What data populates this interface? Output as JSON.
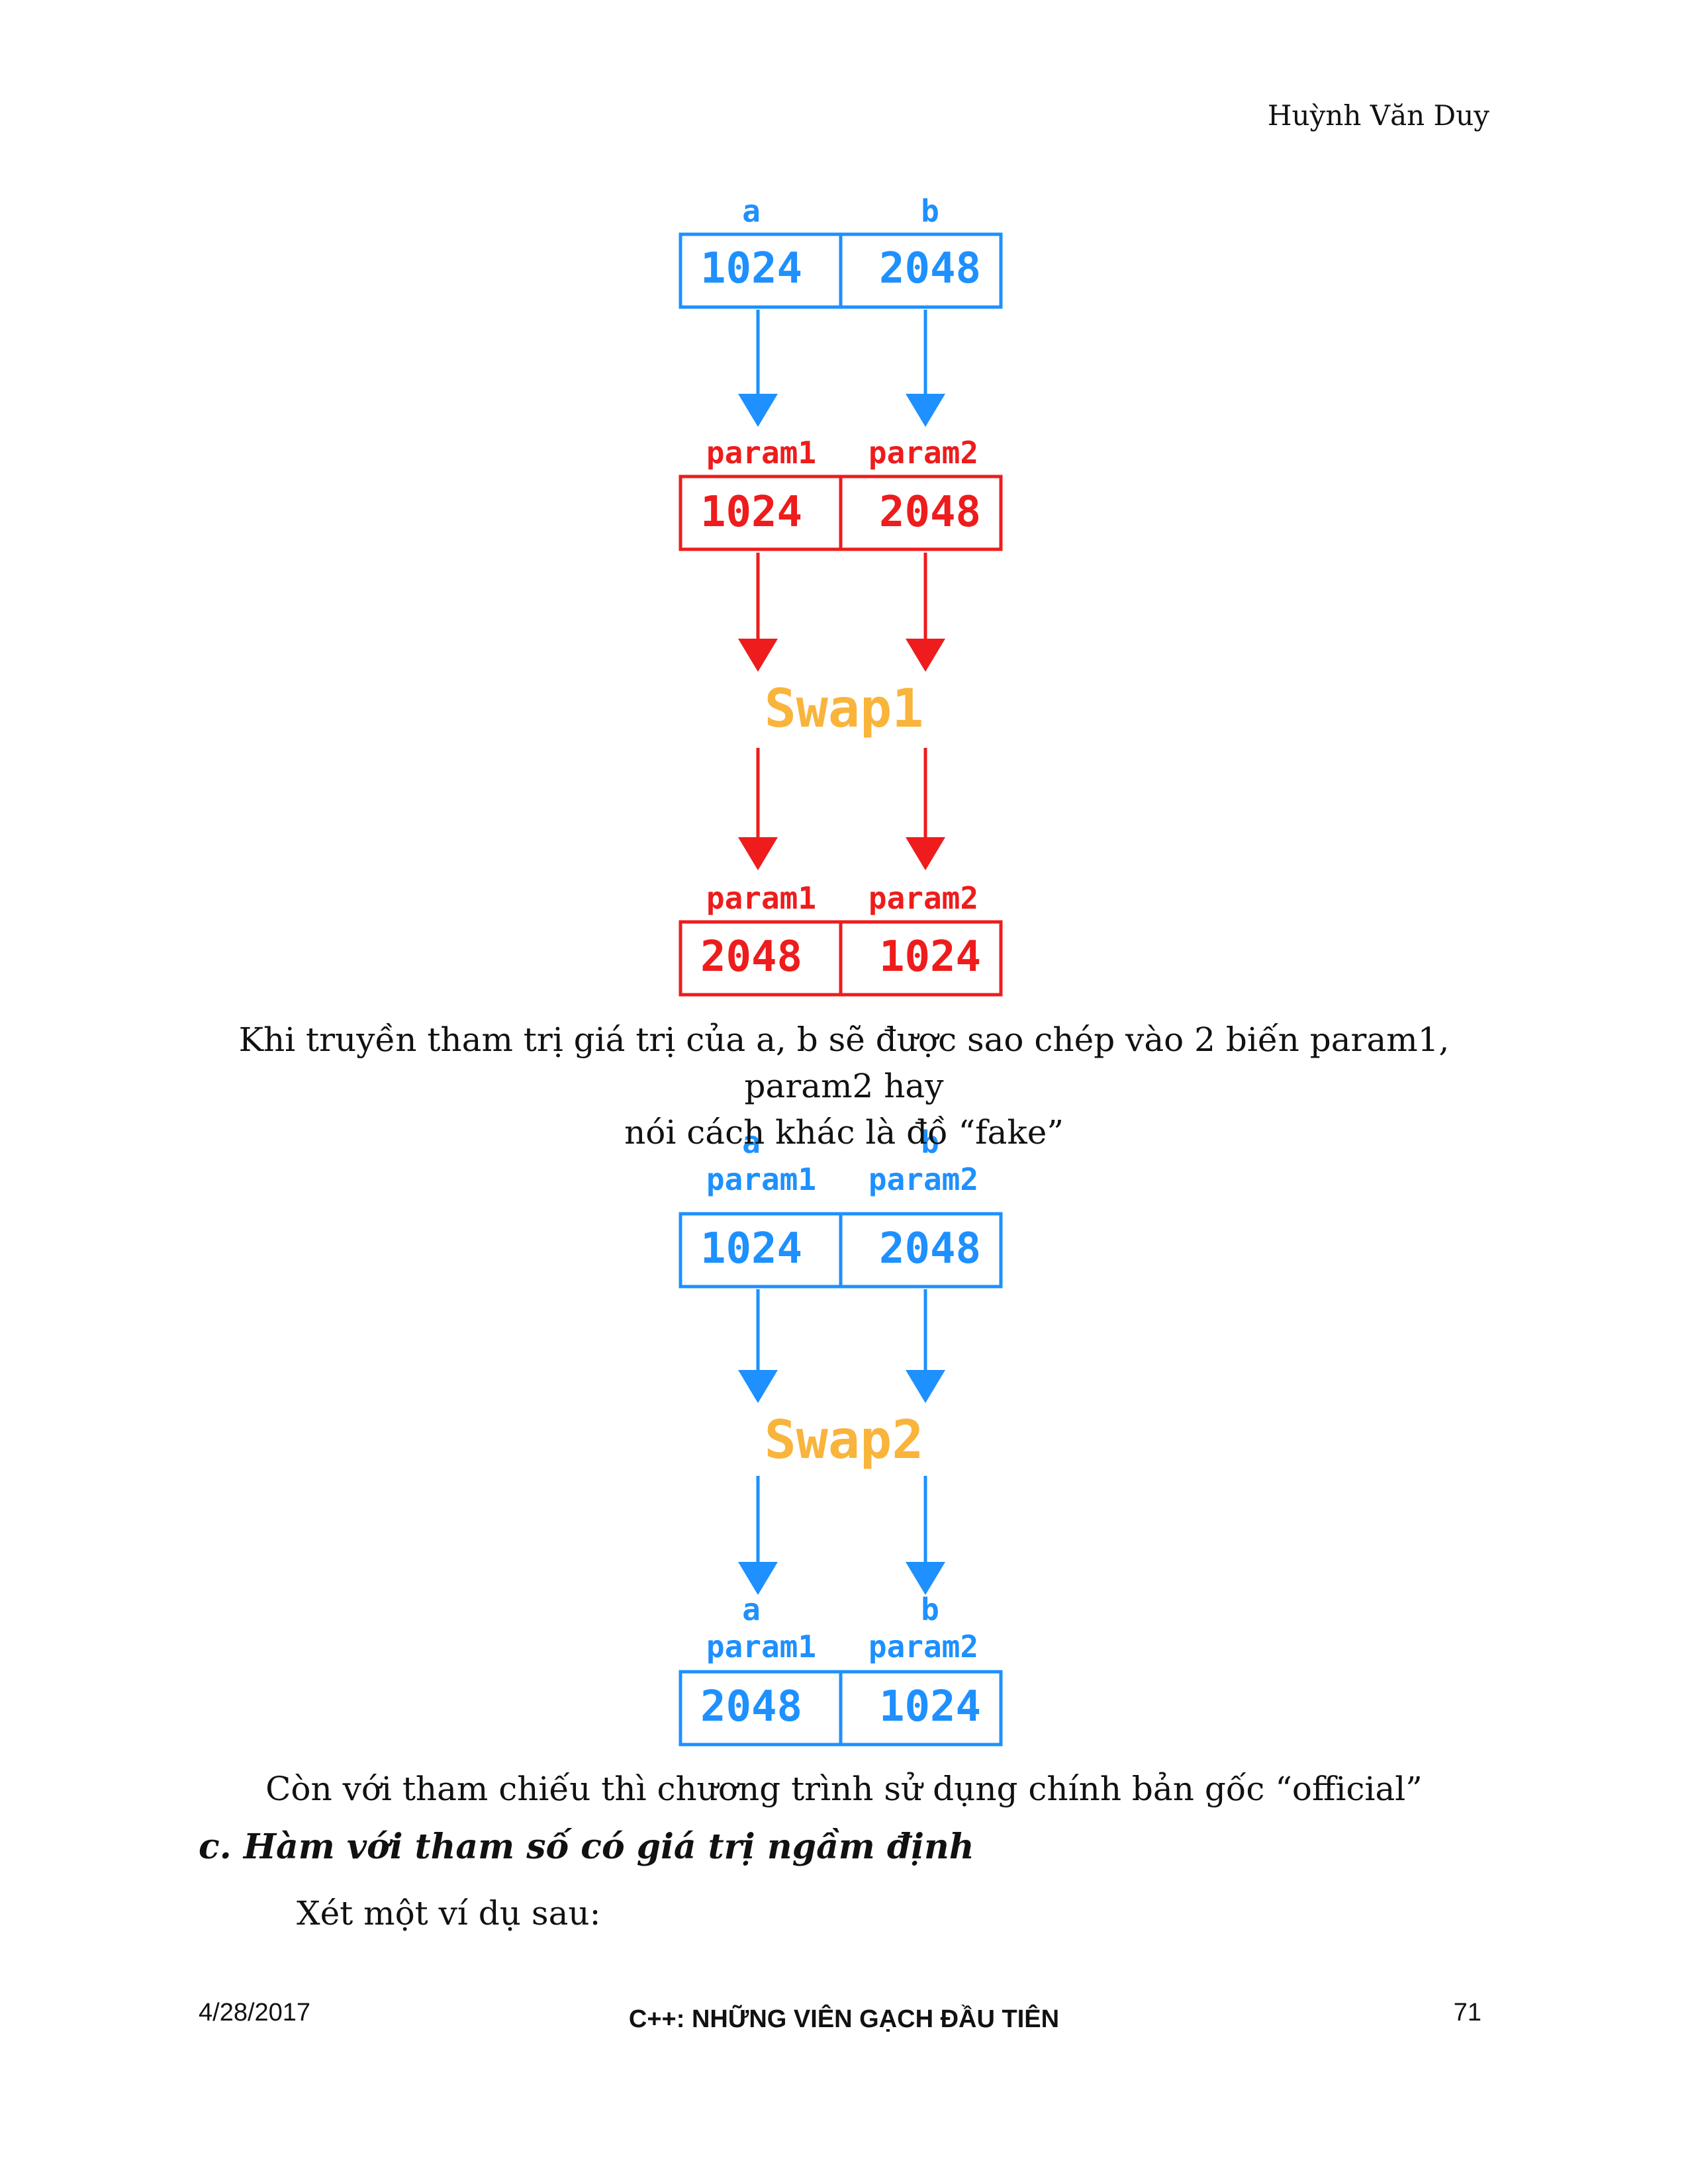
{
  "header": {
    "author": "Huỳnh Văn Duy"
  },
  "diagram1": {
    "top_labels": [
      "a",
      "b"
    ],
    "top_values": [
      "1024",
      "2048"
    ],
    "param_labels": [
      "param1",
      "param2"
    ],
    "param_values": [
      "1024",
      "2048"
    ],
    "function": "Swap1",
    "result_labels": [
      "param1",
      "param2"
    ],
    "result_values": [
      "2048",
      "1024"
    ],
    "colors": {
      "original": "#1e90ff",
      "copy": "#ee1c1c",
      "function": "#f9b43c"
    }
  },
  "caption1": {
    "line1": "Khi truyền tham trị giá trị của a, b sẽ được sao chép vào 2 biến param1, param2 hay",
    "line2": "nói cách khác là đồ “fake”"
  },
  "diagram2": {
    "var_labels": [
      "a",
      "b"
    ],
    "param_labels": [
      "param1",
      "param2"
    ],
    "top_values": [
      "1024",
      "2048"
    ],
    "function": "Swap2",
    "result_var_labels": [
      "a",
      "b"
    ],
    "result_param_labels": [
      "param1",
      "param2"
    ],
    "result_values": [
      "2048",
      "1024"
    ]
  },
  "caption2": "Còn với tham chiếu thì chương trình sử dụng chính bản gốc “official”",
  "section": {
    "heading": "c. Hàm với tham số có giá trị ngầm định"
  },
  "body": {
    "text": "Xét một ví dụ sau:"
  },
  "footer": {
    "date": "4/28/2017",
    "title": "C++: NHỮNG VIÊN GẠCH ĐẦU TIÊN",
    "page": "71"
  }
}
